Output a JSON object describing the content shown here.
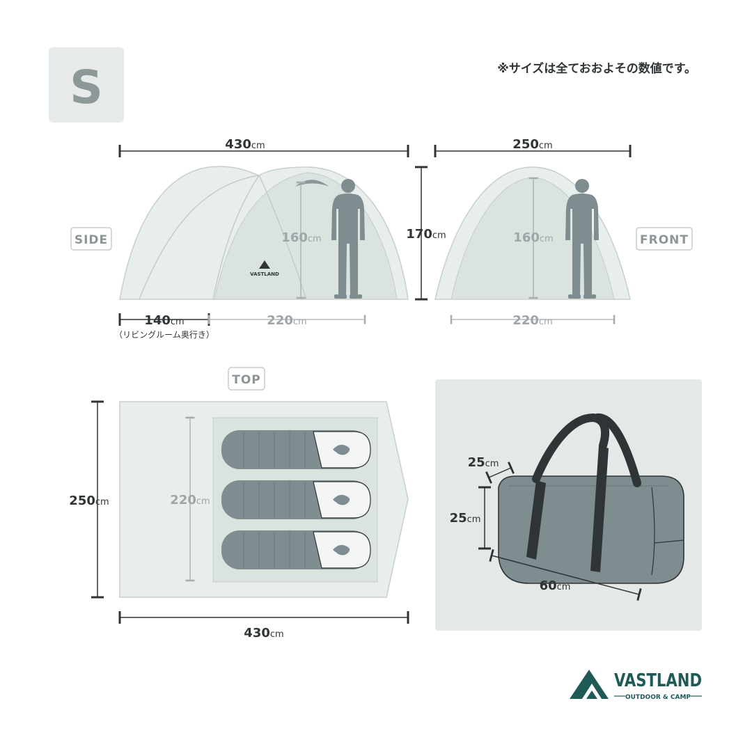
{
  "size_badge": "S",
  "note": "※サイズは全ておおよその数値です。",
  "side": {
    "label": "SIDE",
    "total_length": "430",
    "height": "170",
    "inner_height": "160",
    "living_room_depth": "140",
    "living_room_note": "（リビングルーム奥行き）",
    "inner_depth": "220",
    "tent_logo": "VASTLAND"
  },
  "front": {
    "label": "FRONT",
    "width": "250",
    "inner_height": "160",
    "inner_width": "220"
  },
  "top": {
    "label": "TOP",
    "width": "250",
    "inner_depth": "220",
    "length": "430"
  },
  "bag": {
    "depth": "25",
    "height": "25",
    "length": "60"
  },
  "unit": "cm",
  "brand": {
    "name": "VASTLAND",
    "tagline": "OUTDOOR & CAMP"
  },
  "colors": {
    "ink": "#2f3436",
    "panel": "#e4e9e7",
    "tent_fill": "#e8eeeb",
    "inner_fill": "#dbe3e0",
    "bag": "#7f8c90",
    "brand": "#1e5b57"
  }
}
